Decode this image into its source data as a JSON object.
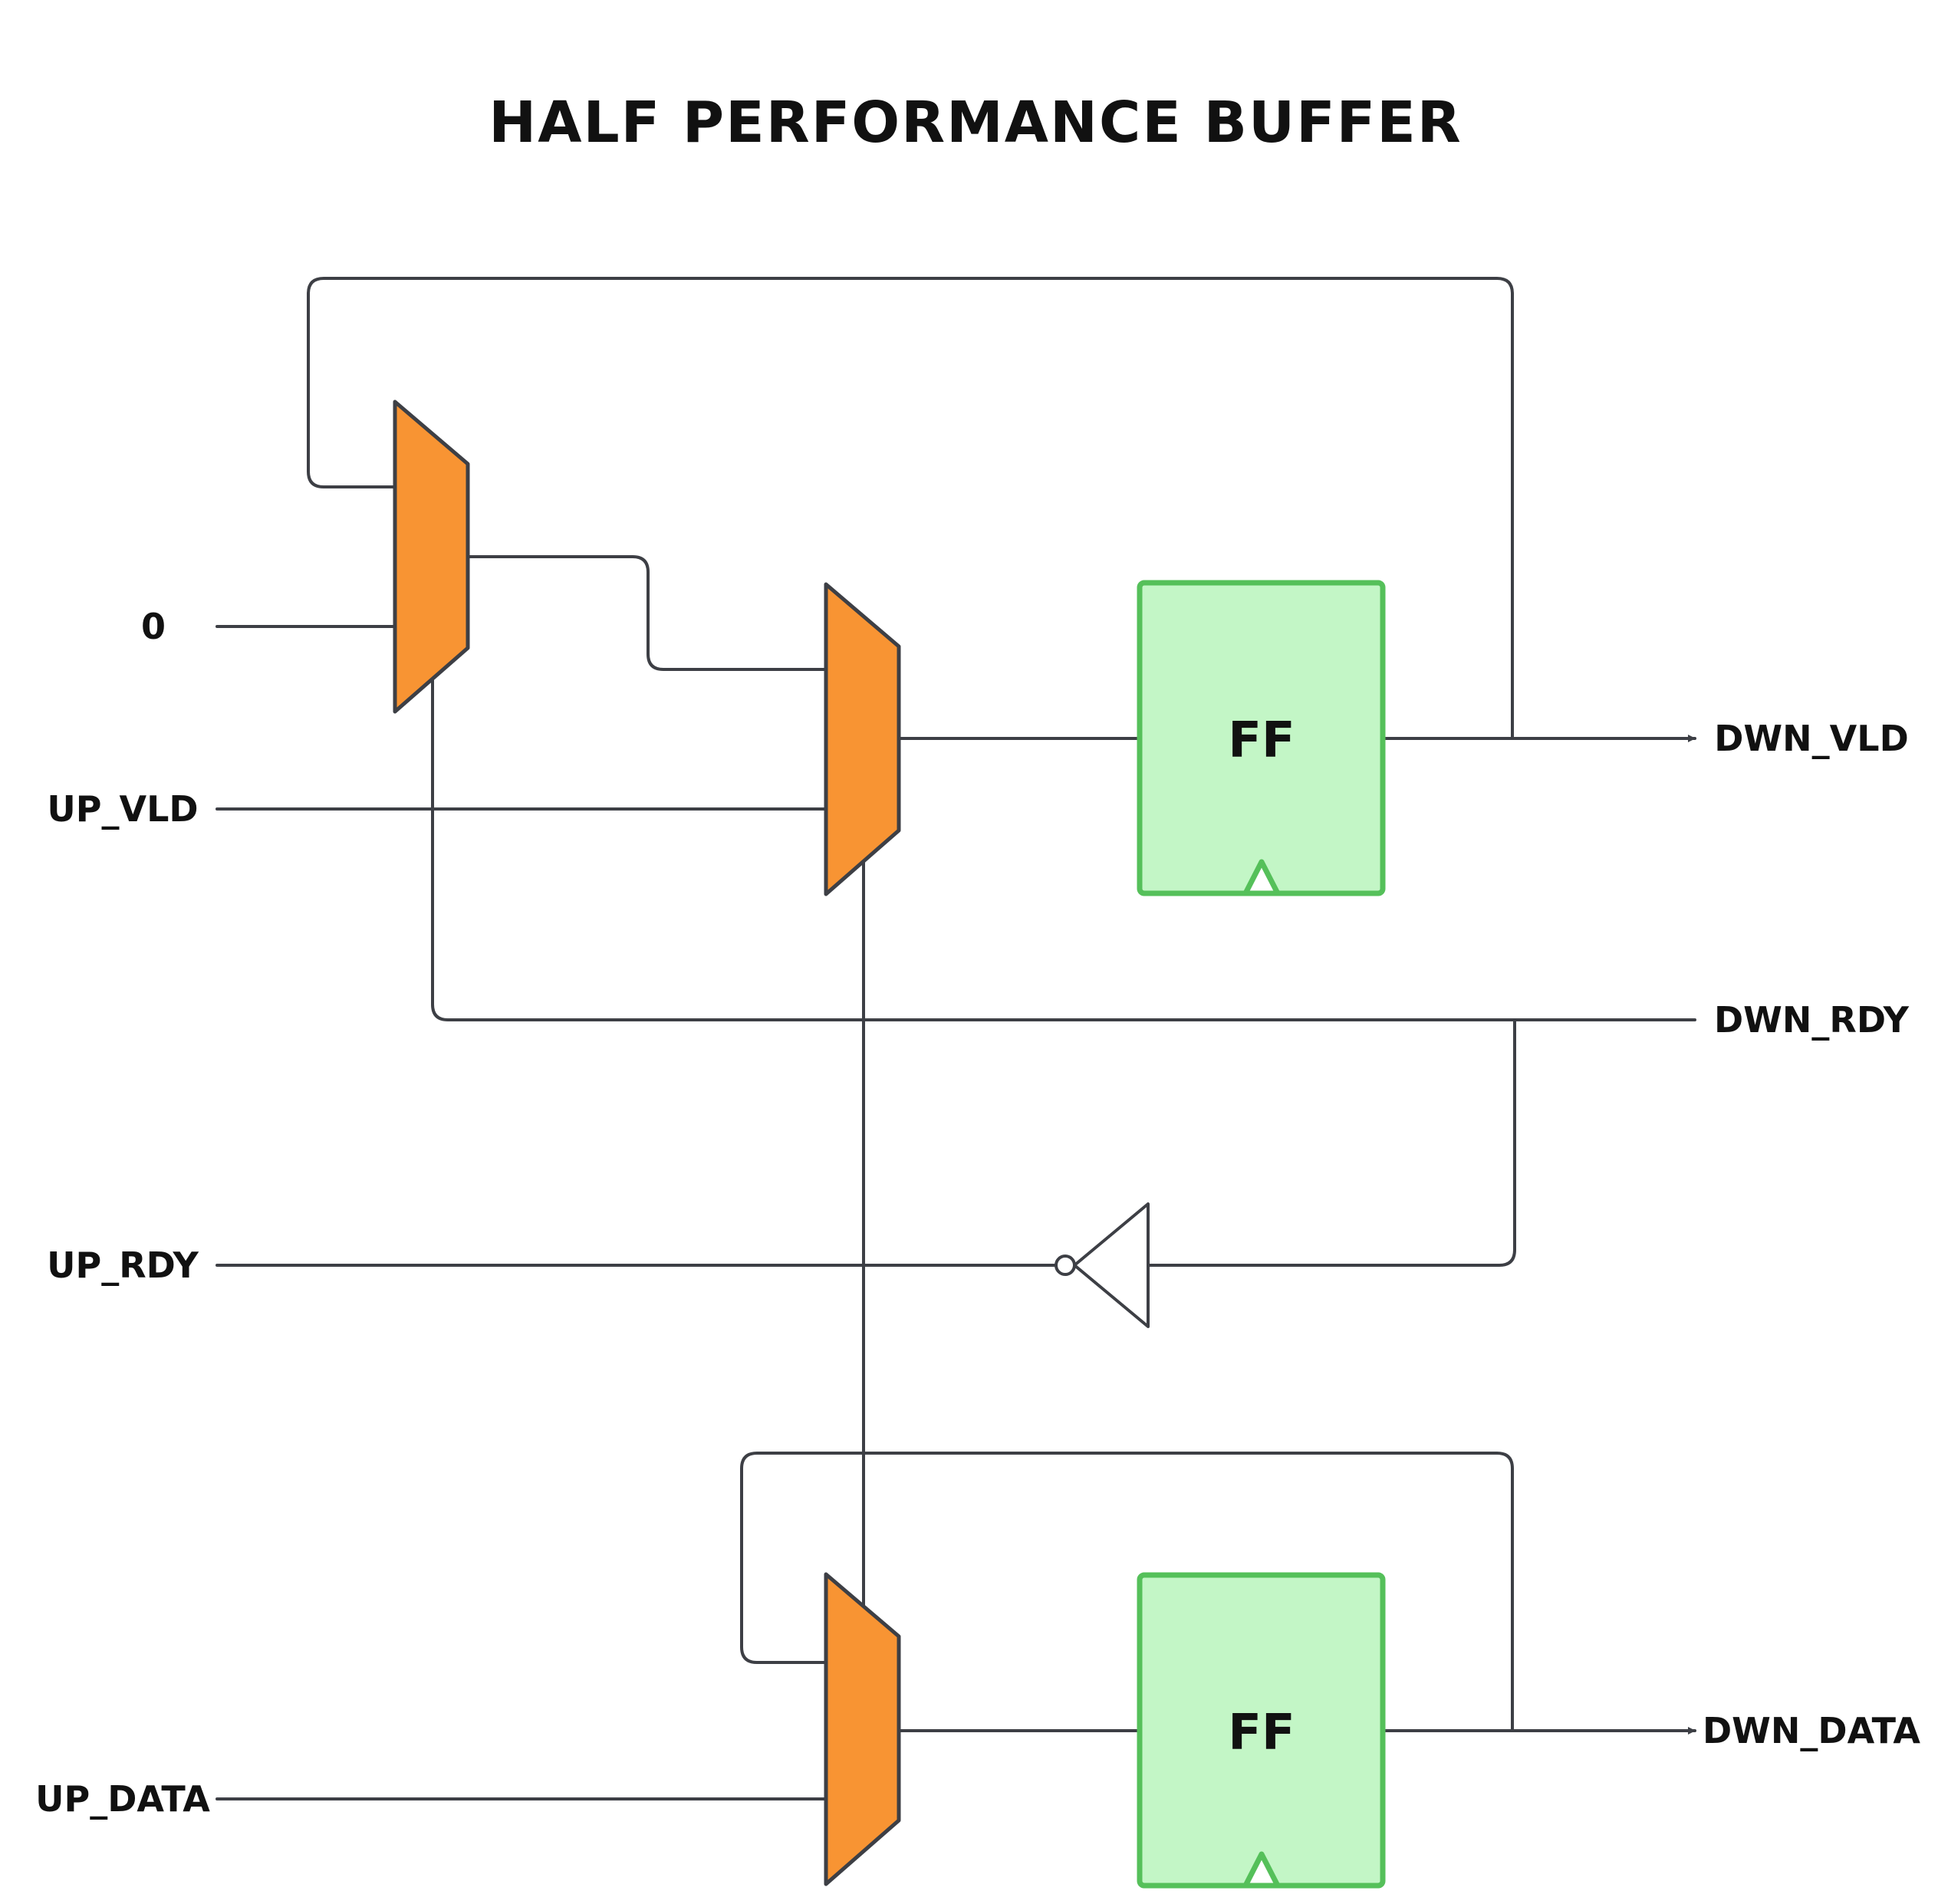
{
  "title": "HALF PERFORMANCE BUFFER",
  "inputs": {
    "zero": "0",
    "up_vld": "UP_VLD",
    "up_rdy": "UP_RDY",
    "up_data": "UP_DATA"
  },
  "outputs": {
    "dwn_vld": "DWN_VLD",
    "dwn_rdy": "DWN_RDY",
    "dwn_data": "DWN_DATA"
  },
  "flip_flops": {
    "valid_ff": "FF",
    "data_ff": "FF"
  },
  "colors": {
    "mux_fill": "#f89433",
    "ff_fill": "#c3f6c6",
    "ff_border": "#55c05a",
    "wire": "#3d3f45"
  }
}
